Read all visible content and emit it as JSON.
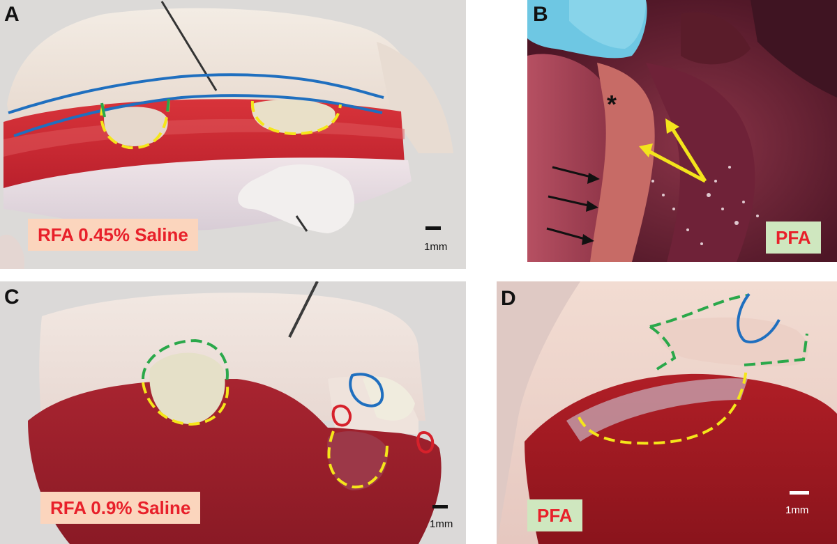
{
  "panels": [
    {
      "letter": "A",
      "tag": "RFA 0.45% Saline",
      "scale": "1mm"
    },
    {
      "letter": "B",
      "tag": "PFA",
      "marker": "*"
    },
    {
      "letter": "C",
      "tag": "RFA 0.9% Saline",
      "scale": "1mm"
    },
    {
      "letter": "D",
      "tag": "PFA",
      "scale": "1mm"
    }
  ],
  "colors": {
    "outline_blue": "#1f6fbf",
    "outline_yellow": "#f5e61a",
    "outline_green": "#2aa84a",
    "outline_red": "#d6212b",
    "arrow_yellow": "#f3e41c",
    "arrow_black": "#111111",
    "tag_text": "#e8202a",
    "tag_bg_orange": "#fbd5bd",
    "tag_bg_green": "#cfe7bf"
  }
}
